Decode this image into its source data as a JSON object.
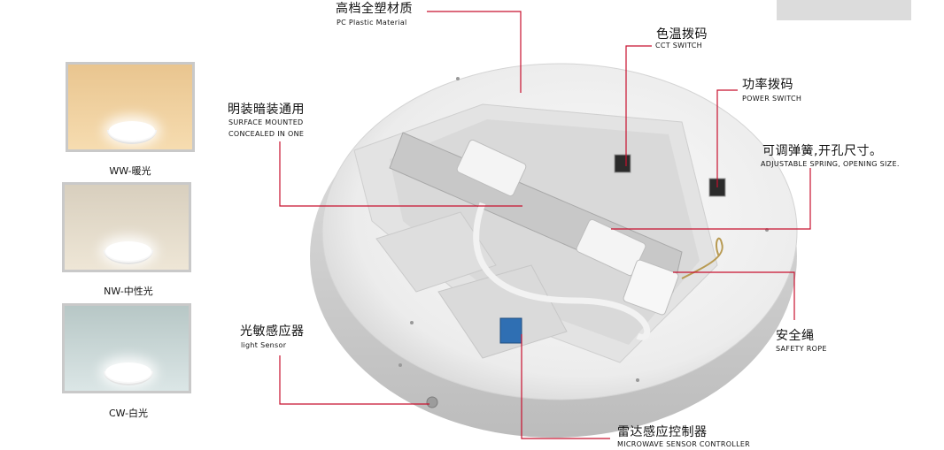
{
  "colors": {
    "accent_line": "#c8102e"
  },
  "swatches": [
    {
      "caption": "WW-暖光",
      "tone_top": "#e9c58f",
      "tone_bottom": "#f6dcb0"
    },
    {
      "caption": "NW-中性光",
      "tone_top": "#d8cfbe",
      "tone_bottom": "#eee6d6"
    },
    {
      "caption": "CW-白光",
      "tone_top": "#b7c7c6",
      "tone_bottom": "#dbe6e6"
    }
  ],
  "labels": {
    "material": {
      "cn": "高档全塑材质",
      "en": "PC Plastic Material"
    },
    "cct": {
      "cn": "色温拨码",
      "en": "CCT SWITCH"
    },
    "power": {
      "cn": "功率拨码",
      "en": "POWER SWITCH"
    },
    "mount": {
      "cn": "明装暗装通用",
      "en1": "SURFACE MOUNTED",
      "en2": "CONCEALED IN ONE"
    },
    "spring": {
      "cn": "可调弹簧,开孔尺寸。",
      "en": "ADJUSTABLE SPRING, OPENING SIZE."
    },
    "sensor": {
      "cn": "光敏感应器",
      "en": "light Sensor"
    },
    "rope": {
      "cn": "安全绳",
      "en": "SAFETY ROPE"
    },
    "radar": {
      "cn": "雷达感应控制器",
      "en": "MICROWAVE SENSOR CONTROLLER"
    }
  }
}
